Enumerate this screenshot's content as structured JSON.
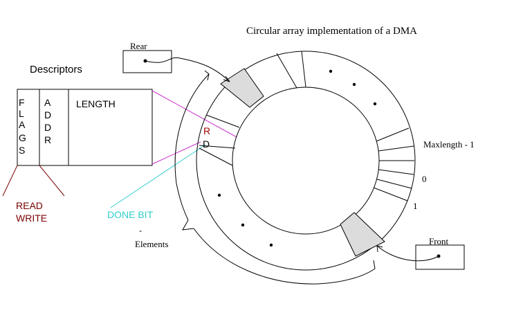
{
  "title": "Circular array implementation of a DMA",
  "descriptors_label": "Descriptors",
  "descriptor_fields": {
    "flags": [
      "F",
      "L",
      "A",
      "G",
      "S"
    ],
    "addr": [
      "A",
      "D",
      "D",
      "R"
    ],
    "length": "LENGTH"
  },
  "rd_letters": [
    "R",
    "D"
  ],
  "read_write": [
    "READ",
    "WRITE"
  ],
  "done_bit": "DONE BIT",
  "rear": "Rear",
  "front": "Front",
  "maxlength": "Maxlength - 1",
  "index_zero": "0",
  "index_one": "1",
  "elements_label": "Elements",
  "elements_dash": "-",
  "colors": {
    "stroke": "#000000",
    "shaded_slot": "#dcdcdc",
    "read_write_text": "#7a0000",
    "rd_red": "#a00000",
    "done_bit": "#33cccc",
    "magenta_line": "#cc33cc",
    "read_write_line": "#7a0000"
  }
}
